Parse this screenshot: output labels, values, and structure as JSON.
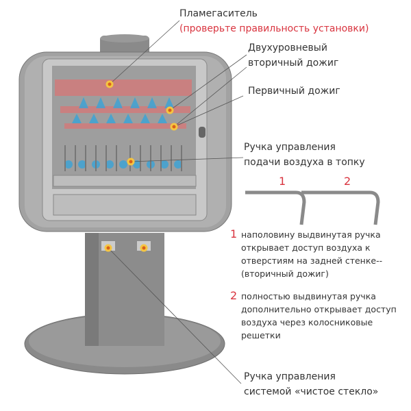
{
  "labels": {
    "flame_arrester": "Пламегаситель",
    "flame_arrester_note": "(проверьте правильность установки)",
    "secondary_1": "Двухуровневый",
    "secondary_2": "вторичный дожиг",
    "primary": "Первичный дожиг",
    "air_handle_1": "Ручка управления",
    "air_handle_2": "подачи воздуха в топку",
    "glass_handle_1": "Ручка управления",
    "glass_handle_2": "системой «чистое стекло»"
  },
  "handle_positions": [
    "1",
    "2"
  ],
  "notes": [
    {
      "num": "1",
      "text": "наполовину выдвинутая ручка открывает доступ воздуха к отверстиям на задней стенке--(вторичный дожиг)"
    },
    {
      "num": "2",
      "text": "полностью выдвинутая ручка дополнительно открывает доступ воздуха через колосниковые решетки"
    }
  ],
  "colors": {
    "accent": "#d9343f",
    "marker": "#f5a623",
    "air": "#3aa3d8",
    "stove": "#8f8f8f"
  }
}
